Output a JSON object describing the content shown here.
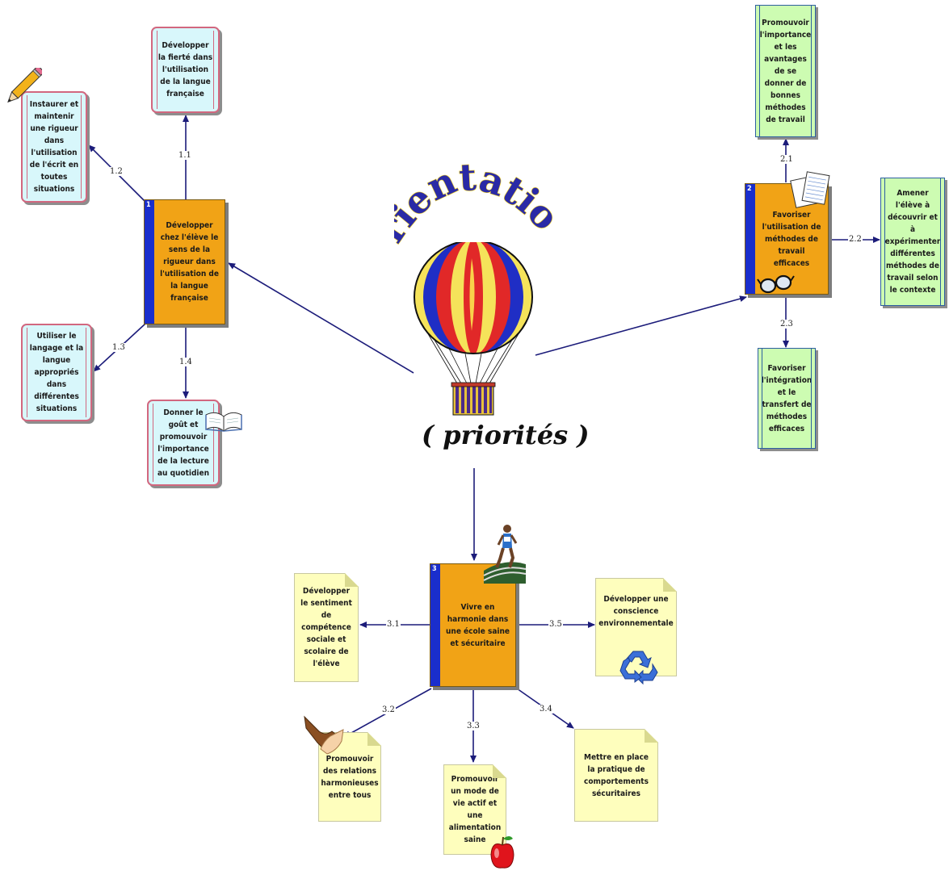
{
  "title": "Orientations",
  "subtitle": "( priorités )",
  "orientations": [
    {
      "number": "1",
      "text": "Développer chez l'élève le sens de la rigueur dans l'utilisation de la langue française"
    },
    {
      "number": "2",
      "text": "Favoriser l'utilisation de méthodes de travail efficaces"
    },
    {
      "number": "3",
      "text": "Vivre en harmonie dans une école saine et sécuritaire"
    }
  ],
  "objectives": {
    "o1_1": {
      "code": "1.1",
      "text": "Développer la fierté dans l'utilisation de la langue française"
    },
    "o1_2": {
      "code": "1.2",
      "text": "Instaurer et maintenir une rigueur dans l'utilisation de l'écrit en toutes situations"
    },
    "o1_3": {
      "code": "1.3",
      "text": "Utiliser le langage et la langue appropriés dans différentes situations"
    },
    "o1_4": {
      "code": "1.4",
      "text": "Donner le goût et promouvoir l'importance de la lecture au quotidien"
    },
    "o2_1": {
      "code": "2.1",
      "text": "Promouvoir l'importance et les avantages de se donner de bonnes méthodes de travail"
    },
    "o2_2": {
      "code": "2.2",
      "text": "Amener l'élève à découvrir et à expérimenter différentes méthodes de travail selon le contexte"
    },
    "o2_3": {
      "code": "2.3",
      "text": "Favoriser l'intégration et le transfert de méthodes efficaces"
    },
    "o3_1": {
      "code": "3.1",
      "text": "Développer le sentiment de compétence sociale et scolaire de l'élève"
    },
    "o3_2": {
      "code": "3.2",
      "text": "Promouvoir des relations harmonieuses entre tous"
    },
    "o3_3": {
      "code": "3.3",
      "text": "Promouvoir un mode de vie actif et une alimentation saine"
    },
    "o3_4": {
      "code": "3.4",
      "text": "Mettre en place la pratique de comportements sécuritaires"
    },
    "o3_5": {
      "code": "3.5",
      "text": "Développer une conscience environnementale"
    }
  },
  "colors": {
    "orientation_box": "#f1a316",
    "orientation_stripe": "#1a2ecc",
    "orientation_1_objectives": "#d8f7fb",
    "orientation_2_objectives": "#cdfcb2",
    "orientation_3_objectives": "#fefebd",
    "arrows": "#1c1c7a"
  },
  "icons": [
    "pencil-icon",
    "open-book-icon",
    "papers-icon",
    "glasses-icon",
    "runner-icon",
    "handshake-icon",
    "apple-icon",
    "recycle-icon",
    "hot-air-balloon-icon"
  ]
}
